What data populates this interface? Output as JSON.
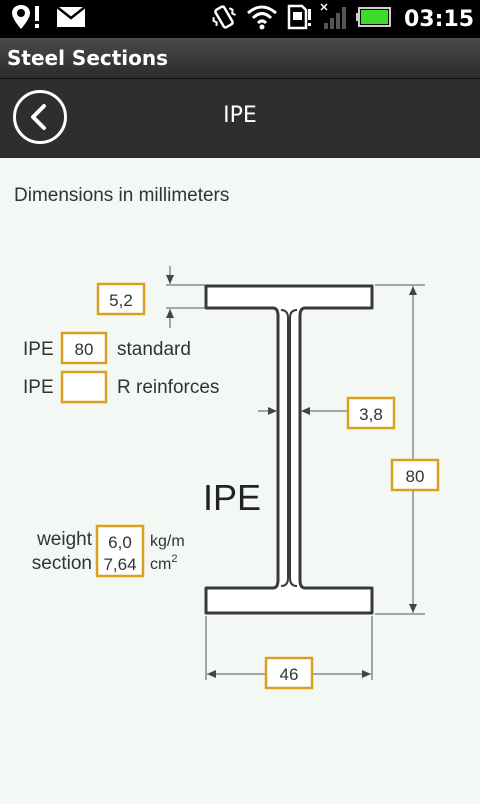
{
  "status_bar": {
    "time": "03:15",
    "icons": [
      "location-alert-icon",
      "mail-icon",
      "vibrate-icon",
      "wifi-icon",
      "sd-card-icon",
      "signal-icon",
      "battery-icon"
    ],
    "battery_color": "#3ddc2a"
  },
  "app": {
    "title": "Steel Sections"
  },
  "nav": {
    "title": "IPE",
    "back_icon": "chevron-left-icon"
  },
  "diagram": {
    "caption": "Dimensions in millimeters",
    "flange_thickness": "5,2",
    "standard_prefix": "IPE",
    "standard_value": "80",
    "standard_label": "standard",
    "reinforced_prefix": "IPE",
    "reinforced_value": "",
    "reinforced_label": "R reinforces",
    "web_thickness": "3,8",
    "height": "80",
    "section_name": "IPE",
    "weight_label": "weight",
    "weight_value": "6,0",
    "weight_unit": "kg/m",
    "section_label": "section",
    "section_value": "7,64",
    "section_unit": "cm",
    "section_unit_sup": "2",
    "width": "46",
    "box_color": "#d9a020",
    "line_color": "#3a3a3a"
  }
}
